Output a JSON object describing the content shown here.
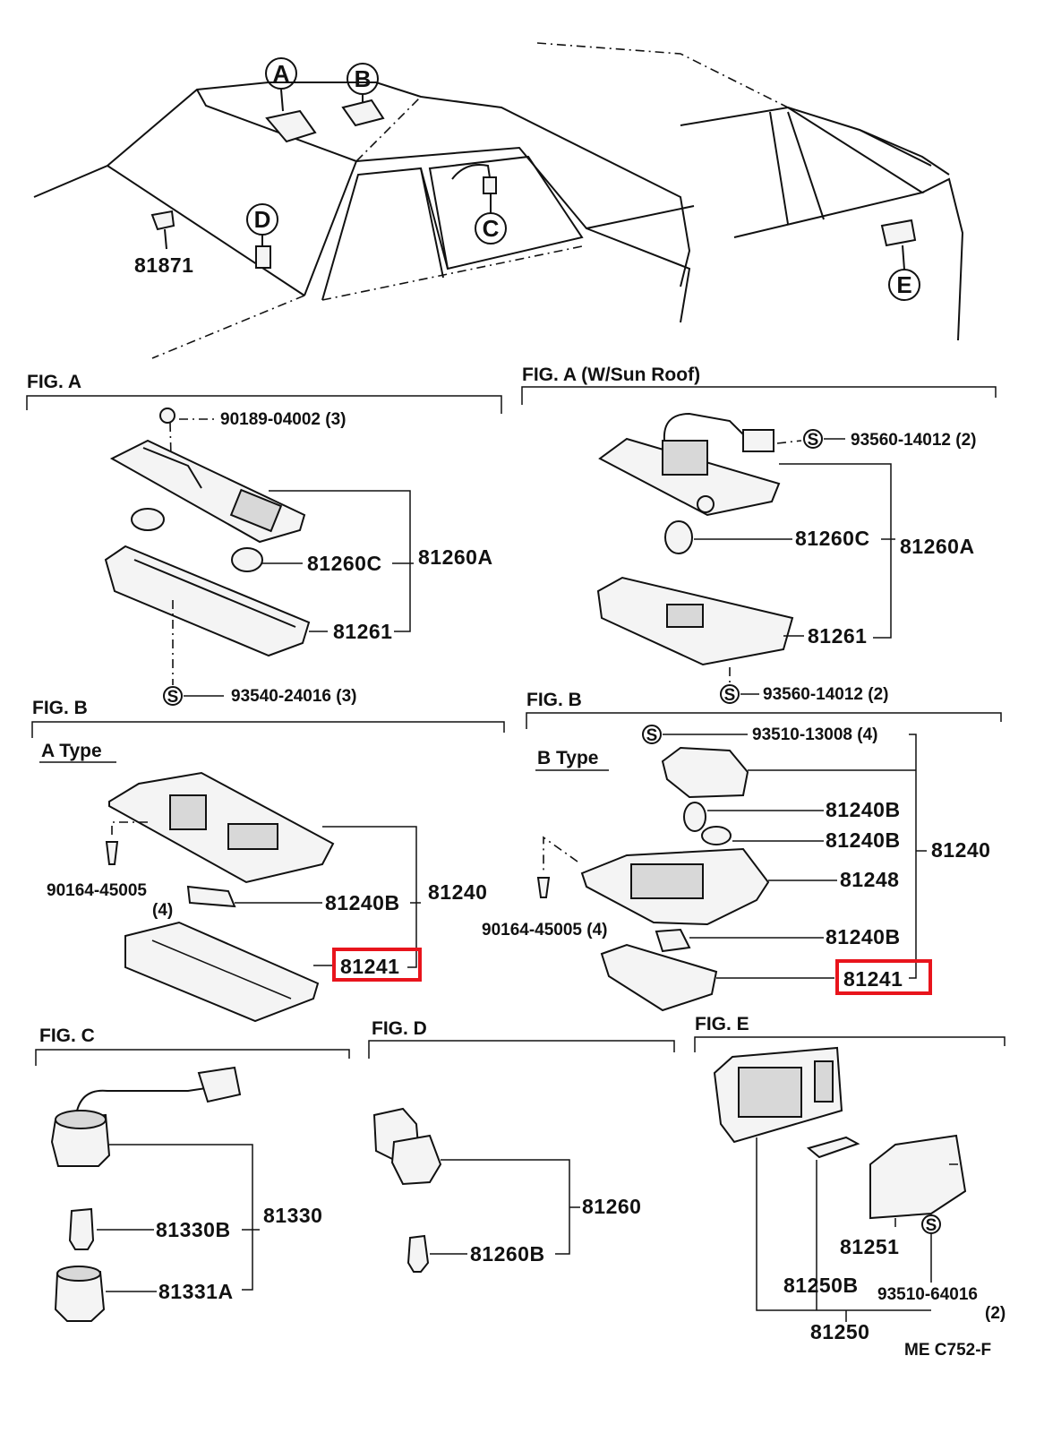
{
  "top": {
    "callouts": [
      "A",
      "B",
      "C",
      "D",
      "E"
    ],
    "part_81871": "81871"
  },
  "fig_a": {
    "title": "FIG. A",
    "screw": "90189-04002 (3)",
    "bulb": "81260C",
    "assy": "81260A",
    "lens": "81261",
    "screw2": "93540-24016 (3)"
  },
  "fig_a2": {
    "title": "FIG. A (W/Sun Roof)",
    "screw": "93560-14012 (2)",
    "bulb": "81260C",
    "assy": "81260A",
    "lens": "81261",
    "screw2": "93560-14012 (2)"
  },
  "fig_b1": {
    "title": "FIG. B",
    "subtitle": "A Type",
    "clip": "90164-45005",
    "clip_qty": "(4)",
    "bulb": "81240B",
    "assy": "81240",
    "lens": "81241"
  },
  "fig_b2": {
    "title": "FIG. B",
    "subtitle": "B Type",
    "screw": "93510-13008 (4)",
    "bulb1": "81240B",
    "bulb2": "81240B",
    "assy": "81240",
    "housing": "81248",
    "clip": "90164-45005 (4)",
    "bulb3": "81240B",
    "lens": "81241"
  },
  "fig_c": {
    "title": "FIG. C",
    "assy": "81330",
    "bulb": "81330B",
    "socket": "81331A"
  },
  "fig_d": {
    "title": "FIG. D",
    "assy": "81260",
    "bulb": "81260B"
  },
  "fig_e": {
    "title": "FIG. E",
    "lens": "81251",
    "bulb": "81250B",
    "screw": "93510-64016",
    "screw_qty": "(2)",
    "assy": "81250"
  },
  "footer": {
    "code": "ME C752-F"
  },
  "screw_symbol": "S",
  "colors": {
    "highlight": "#e8141c",
    "line": "#111111"
  }
}
